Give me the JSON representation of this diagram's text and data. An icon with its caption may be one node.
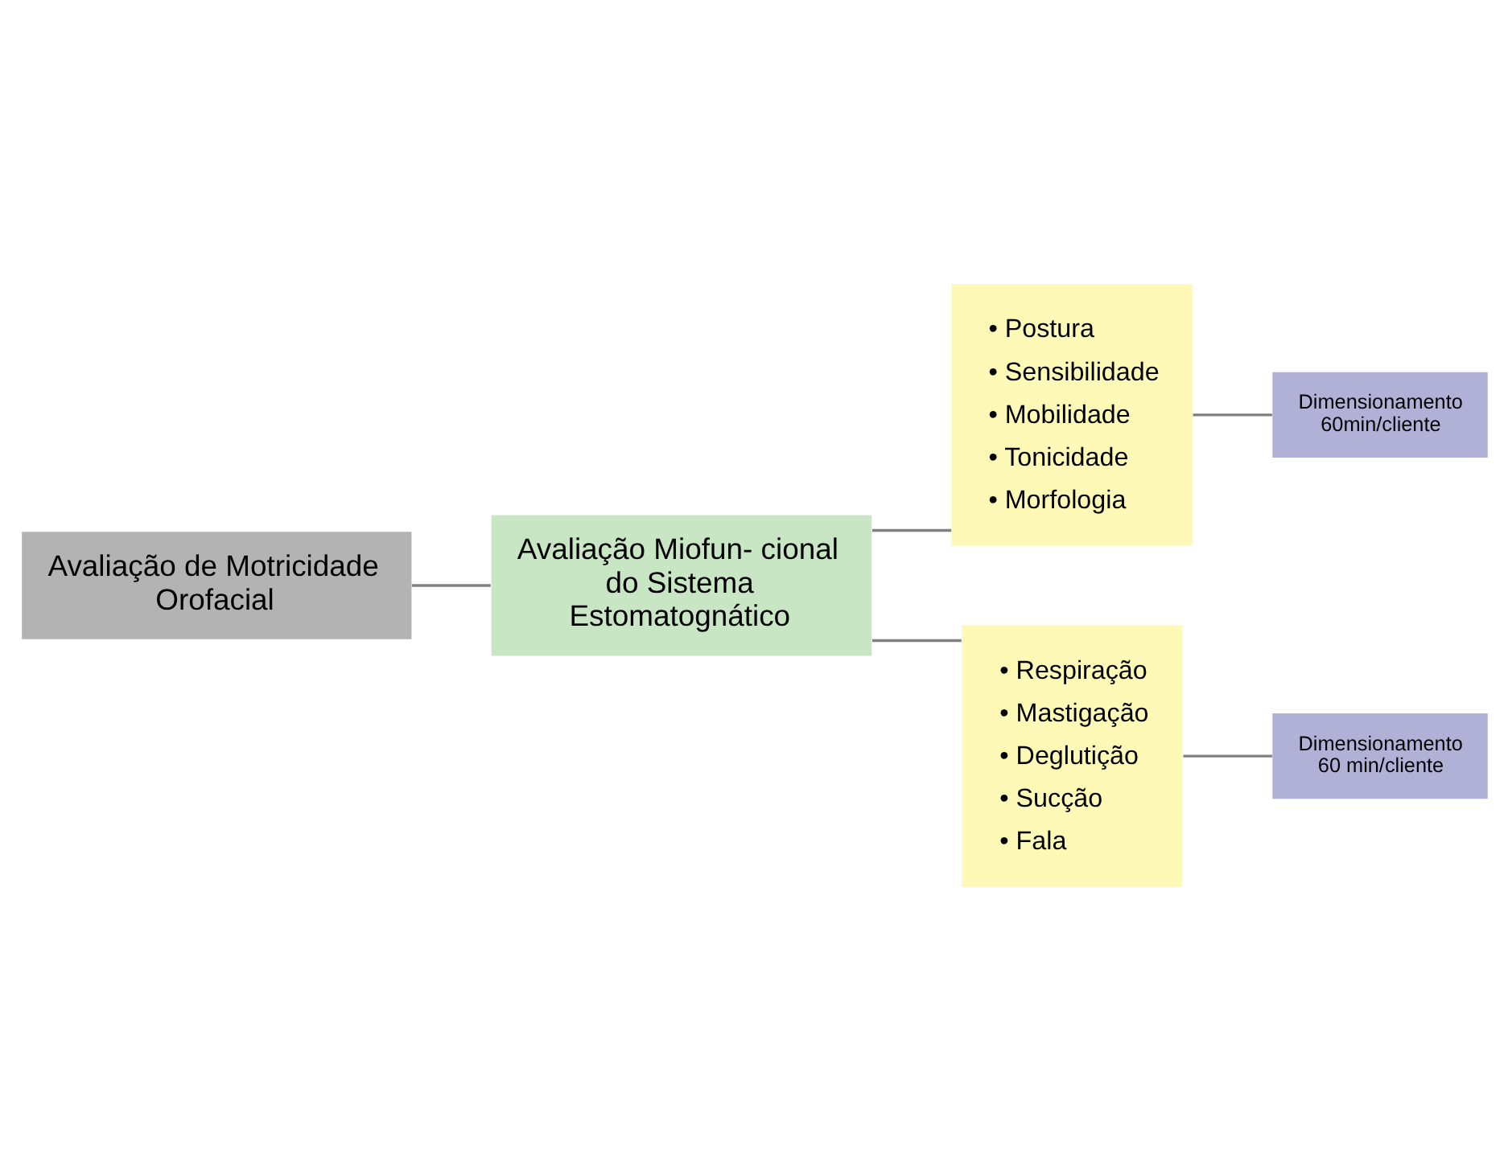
{
  "diagram": {
    "nodes": [
      {
        "text": [
          "Avaliação de Motricidade Orofacial"
        ]
      },
      {
        "text": [
          "Avaliação Miofun- cional do Sistema Estomatognático"
        ]
      },
      {
        "text": [
          "• Postura",
          "• Sensibilidade",
          "• Mobilidade",
          "• Tonicidade",
          "• Morfologia"
        ]
      },
      {
        "text": [
          "Dimensionamento 60min/cliente"
        ]
      },
      {
        "text": [
          "• Respiração",
          "• Mastigação",
          "• Deglutição",
          "• Sucção",
          "• Fala"
        ]
      },
      {
        "text": [
          "Dimensionamento 60 min/cliente"
        ]
      }
    ],
    "edges": [
      {
        "from": 0,
        "to": 1,
        "arrow": "none"
      },
      {
        "from": 1,
        "to": 2,
        "arrow": "none"
      },
      {
        "from": 1,
        "to": 4,
        "arrow": "none"
      },
      {
        "from": 2,
        "to": 3,
        "arrow": "none"
      },
      {
        "from": 4,
        "to": 5,
        "arrow": "none"
      }
    ]
  }
}
